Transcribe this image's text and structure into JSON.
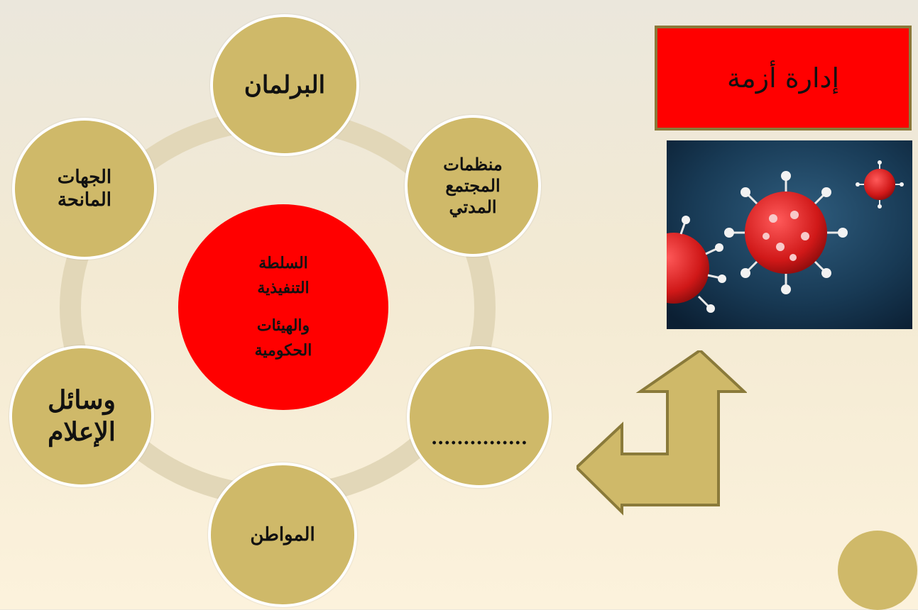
{
  "title_box": {
    "text": "إدارة أزمة"
  },
  "center": {
    "line1": "السلطة",
    "line2": "التنفيذية",
    "line3": "والهيئات",
    "line4": "الحكومية"
  },
  "nodes": {
    "top": {
      "lines": [
        "البرلمان"
      ]
    },
    "top_right": {
      "lines": [
        "منظمات",
        "المجتمع",
        "المدتي"
      ]
    },
    "bottom_right": {
      "lines": [
        "..............."
      ]
    },
    "bottom": {
      "lines": [
        "المواطن"
      ]
    },
    "bottom_left": {
      "lines": [
        "وسائل",
        "الإعلام"
      ]
    },
    "top_left": {
      "lines": [
        "الجهات",
        "المانحة"
      ]
    }
  },
  "colors": {
    "node_fill": "#cfb969",
    "center_fill": "#ff0000",
    "title_fill": "#ff0000",
    "ring": "#e2d7b8"
  },
  "image": {
    "name": "coronavirus-image"
  },
  "arrow": {
    "name": "bent-arrow-icon"
  }
}
